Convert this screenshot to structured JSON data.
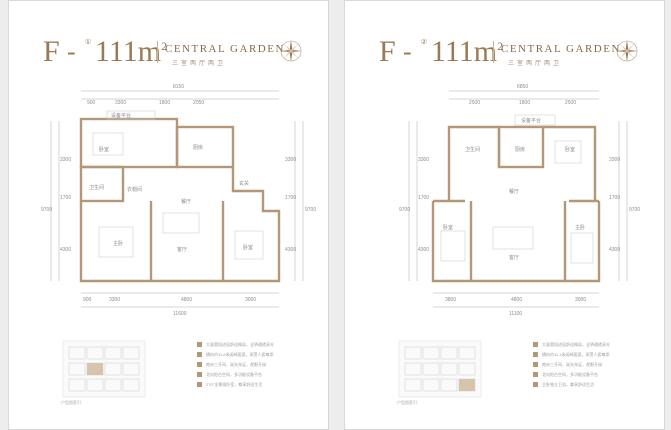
{
  "sheets": [
    {
      "unit_letter": "F",
      "unit_dash": "-",
      "unit_badge": "①",
      "area": "111",
      "area_unit": "m",
      "area_sup": "2",
      "brand": "CENTRAL GARDEN",
      "layout_text": "三室两厅两卫",
      "top_total": "8150",
      "top_dims": [
        "900",
        "3300",
        "1800",
        "2050"
      ],
      "balcony_label": "设备平台",
      "left_dims": [
        "3300",
        "1700",
        "4300"
      ],
      "left_total": "9700",
      "right_dims": [
        "3300",
        "1700",
        "4300"
      ],
      "right_total": "9700",
      "bottom_dims": [
        "900",
        "3300",
        "4800",
        "3000"
      ],
      "bottom_total": "11600",
      "room_labels": [
        "卧室",
        "卫生间",
        "厨房",
        "餐厅",
        "客厅",
        "卧室",
        "主卧",
        "衣帽间",
        "玄关"
      ],
      "legend_caption": "户型图索引",
      "features": [
        "大面宽短进深舒适格局，全明通透采光",
        "横向约11.6米阔绰面宽，享受人居尊崇",
        "南向三开间，采光充足，视野开阔",
        "北向阳台空间，多功能设备平台",
        "270°全景观卧室，尊享舒适生活"
      ]
    },
    {
      "unit_letter": "F",
      "unit_dash": "-",
      "unit_badge": "②",
      "area": "111",
      "area_unit": "m",
      "area_sup": "2",
      "brand": "CENTRAL GARDEN",
      "layout_text": "三室两厅两卫",
      "top_total": "6850",
      "top_dims": [
        "2500",
        "1800",
        "2500"
      ],
      "balcony_label": "设备平台",
      "left_dims": [
        "3300",
        "1700",
        "4300"
      ],
      "left_total": "9700",
      "right_dims": [
        "3300",
        "1700",
        "4300"
      ],
      "right_total": "9700",
      "bottom_dims": [
        "3800",
        "4800",
        "3000"
      ],
      "bottom_total": "11100",
      "room_labels": [
        "卫生间",
        "厨房",
        "卧室",
        "客厅",
        "卧室",
        "主卧",
        "餐厅"
      ],
      "legend_caption": "户型图索引",
      "features": [
        "大面宽短进深舒适格局，全明通透采光",
        "横向约11.1米阔绰面宽，享受人居尊崇",
        "南向三开间，采光充足，视野开阔",
        "北向阳台空间，多功能设备平台",
        "主卧独立卫浴，尊享舒适生活"
      ]
    }
  ],
  "colors": {
    "brand_gold": "#9a7a55",
    "wall_gold": "#b39777",
    "page_bg": "#ededed"
  },
  "icons": {
    "compass": "compass-rose-icon"
  }
}
